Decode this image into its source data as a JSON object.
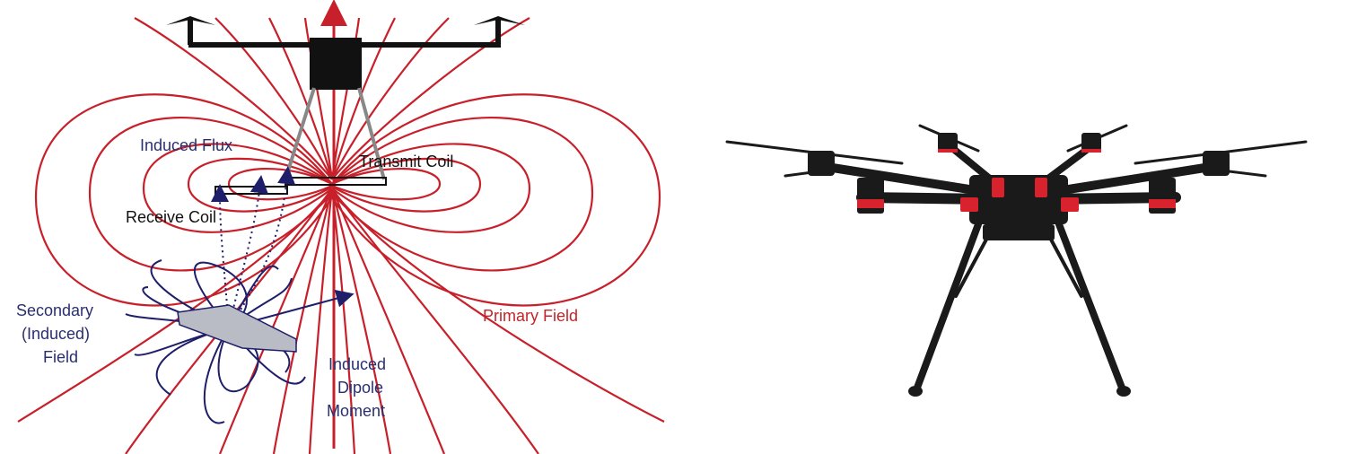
{
  "diagram": {
    "labels": {
      "induced_flux": "Induced Flux",
      "transmit_coil": "Transmit Coil",
      "receive_coil": "Receive Coil",
      "secondary_line1": "Secondary",
      "secondary_line2": "(Induced)",
      "secondary_line3": "Field",
      "primary_field": "Primary Field",
      "dipole_line1": "Induced",
      "dipole_line2": "Dipole",
      "dipole_line3": "Moment"
    },
    "colors": {
      "primary_field": "#c8202a",
      "secondary_field": "#1e1e6a",
      "frame": "#111111",
      "target": "#b9bcc4"
    }
  },
  "photo": {
    "colors": {
      "frame": "#1a1a1a",
      "accent": "#d8232f"
    }
  }
}
